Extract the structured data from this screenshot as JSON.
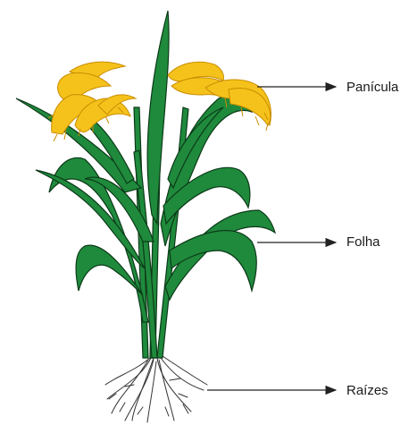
{
  "labels": {
    "panicle": "Panícula",
    "leaf": "Folha",
    "roots": "Raízes"
  },
  "colors": {
    "leaf_fill": "#1f8a3c",
    "leaf_stroke": "#0c3a18",
    "panicle_fill": "#f5c21b",
    "panicle_stroke": "#c98d00",
    "root_stroke": "#333333",
    "arrow": "#222222"
  }
}
